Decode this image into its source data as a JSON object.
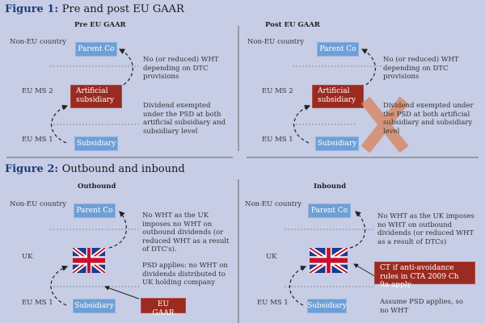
{
  "figure1": {
    "label": "Figure 1:",
    "title": "Pre and post EU GAAR",
    "pre": {
      "heading": "Pre EU GAAR",
      "non_eu": "Non-EU country",
      "eu_ms2": "EU MS 2",
      "eu_ms1": "EU MS 1",
      "parent": "Parent Co",
      "artificial": "Artificial subsidiary",
      "subsidiary": "Subsidiary",
      "wht_note": "No (or reduced) WHT depending on DTC provisions",
      "div_note": "Dividend exempted under the PSD at both artificial subsidiary and subsidiary level"
    },
    "post": {
      "heading": "Post EU GAAR",
      "non_eu": "Non-EU country",
      "eu_ms2": "EU MS 2",
      "eu_ms1": "EU MS 1",
      "parent": "Parent Co",
      "artificial": "Artificial subsidiary",
      "subsidiary": "Subsidiary",
      "wht_note": "No (or reduced) WHT depending on DTC provisions",
      "div_note": "Dividend exempted under the PSD at both artificial subsidiary and subsidiary level"
    }
  },
  "figure2": {
    "label": "Figure 2:",
    "title": "Outbound and inbound",
    "outbound": {
      "heading": "Outbound",
      "non_eu": "Non-EU country",
      "uk": "UK",
      "eu_ms1": "EU MS 1",
      "parent": "Parent Co",
      "subsidiary": "Subsidiary",
      "wht_note": "No WHT as the UK imposes no WHT on outbound dividends (or reduced WHT as a result of DTC's).",
      "psd_note": "PSD applies: no WHT on dividends distributed to UK holding company",
      "gaar": "EU GAAR"
    },
    "inbound": {
      "heading": "Inbound",
      "non_eu": "Non-EU country",
      "uk": "UK",
      "eu_ms1": "EU MS 1",
      "parent": "Parent Co",
      "subsidiary": "Subsidiary",
      "wht_note": "No WHT as the UK imposes no WHT on outbound dividends (or reduced WHT as a result of DTCs)",
      "ct_note": "CT if anti-avoidance rules in CTA 2009 Ch 9a apply",
      "assume_note": "Assume PSD applies, so no WHT"
    }
  },
  "colors": {
    "blue_box": "#6e9fd6",
    "red_box": "#9b2a20",
    "title": "#1e3d7a",
    "background": "#c6cde5",
    "cross": "#d9825a"
  }
}
